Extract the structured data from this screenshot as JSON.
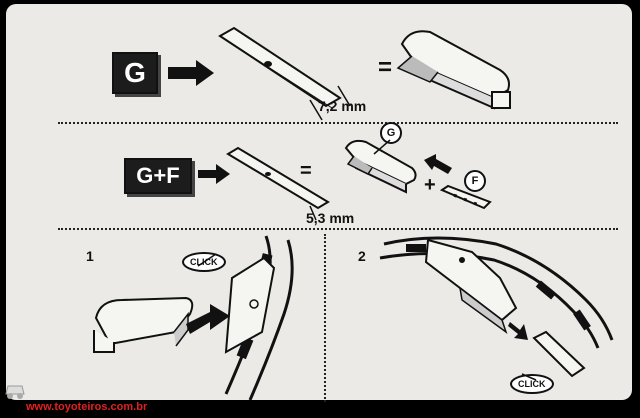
{
  "top": {
    "label": "G",
    "equals": "=",
    "dimension": "7,2  mm"
  },
  "middle": {
    "label": "G+F",
    "equals": "=",
    "plus": "+",
    "circle_g": "G",
    "circle_f": "F",
    "dimension": "5,3  mm"
  },
  "steps": [
    {
      "number": "1",
      "click_label": "CLICK"
    },
    {
      "number": "2",
      "click_label": "CLICK"
    }
  ],
  "footer": {
    "url": "www.toyoteiros.com.br",
    "color": "#e02020"
  },
  "icons": [
    "arrow-right-icon",
    "arrow-left-icon",
    "jeep-logo-icon"
  ]
}
